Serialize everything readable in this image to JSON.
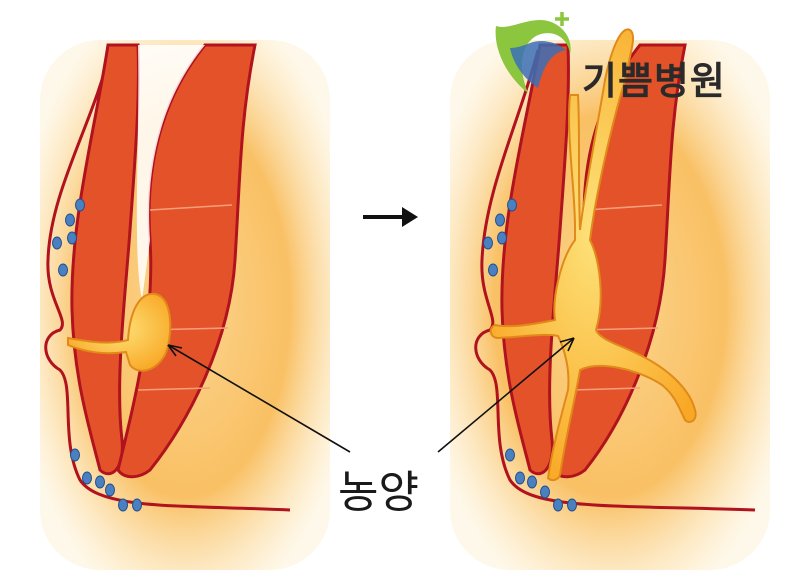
{
  "logo": {
    "text": "기쁨병원",
    "icon": "hospital-logo-mark"
  },
  "diagram": {
    "label": "농양",
    "transition_icon": "right-arrow",
    "colors": {
      "background_tissue": "#f9c064",
      "background_glow": "#fde8b8",
      "muscle": "#e4522a",
      "muscle_outline": "#b0121e",
      "abscess": "#fbb830",
      "abscess_highlight": "#fde27a",
      "nodes": "#4a7fc0",
      "logo_green": "#8cc63f",
      "logo_blue": "#3b6fb6"
    }
  }
}
